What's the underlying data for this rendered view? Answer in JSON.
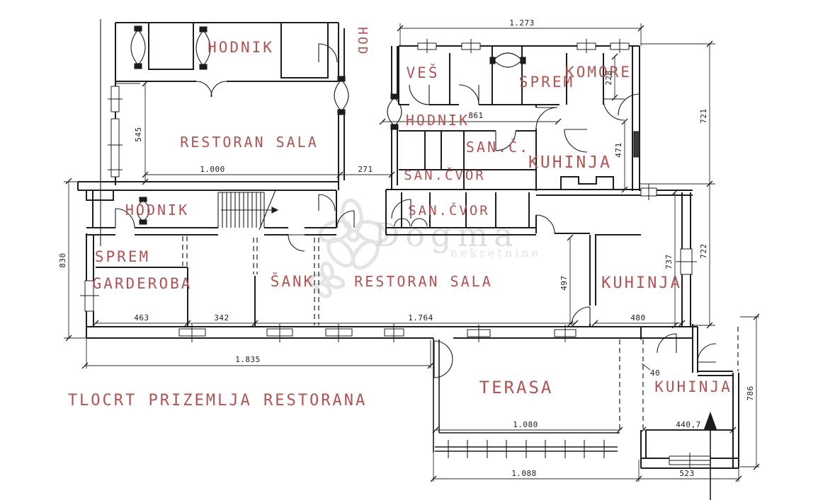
{
  "title": "TLOCRT PRIZEMLJA RESTORANA",
  "watermark": {
    "brand": "Dogma",
    "subtitle": "nekretnine"
  },
  "rooms": {
    "hodnik_top": "HODNIK",
    "hod_vertical": "HOD",
    "ves": "VEŠ",
    "sprem_top": "SPREM",
    "komore": "KOMORE",
    "hodnik_right": "HODNIK",
    "san_c": "SAN.Č.",
    "kuhinja_top": "KUHINJA",
    "san_cvor_upper": "SAN.ČVOR",
    "restoran_sala_top": "RESTORAN SALA",
    "hodnik_mid": "HODNIK",
    "san_cvor_lower": "SAN.ČVOR",
    "sprem_mid": "SPREM",
    "garderoba": "GARDEROBA",
    "sank": "ŠANK",
    "restoran_sala_main": "RESTORAN SALA",
    "kuhinja_mid": "KUHINJA",
    "terasa": "TERASA",
    "kuhinja_annex": "KUHINJA"
  },
  "dims": {
    "top_width": "1.273",
    "sala_height": "545",
    "sala_width": "1.000",
    "corridor_width": "271",
    "hodnik_length": "861",
    "komore_depth": "228",
    "right_upper": "721",
    "kuhinja_inner": "471",
    "right_lower": "722",
    "kuhinja_wall": "737",
    "sala_wall": "497",
    "left_height": "830",
    "garderoba_width": "463",
    "sank_width": "342",
    "sala_main_width": "1.764",
    "kuhinja_width": "480",
    "building_width": "1.835",
    "small_offset": "40",
    "terasa_width": "1.080",
    "annex_width": "440,7",
    "terasa_outer": "1.088",
    "annex_outer": "523",
    "annex_height": "786"
  },
  "colors": {
    "wall": "#1c1c1c",
    "label": "#b25353",
    "dim": "#1d1d1d",
    "watermark": "#d6d6d9"
  }
}
